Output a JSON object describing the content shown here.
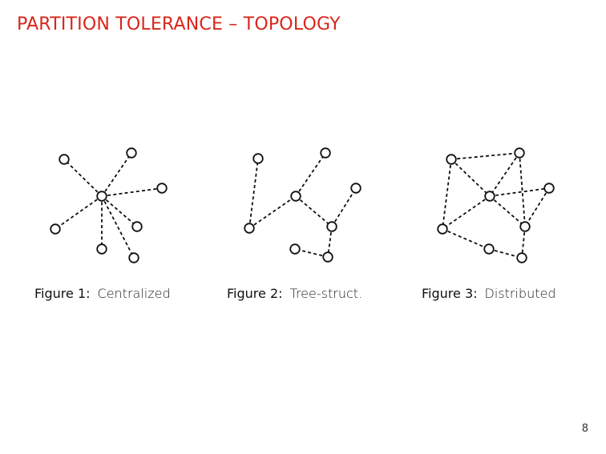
{
  "title": "PARTITION TOLERANCE – TOPOLOGY",
  "figures": [
    {
      "label": "Figure 1:",
      "caption": "Centralized"
    },
    {
      "label": "Figure 2:",
      "caption": "Tree-struct."
    },
    {
      "label": "Figure 3:",
      "caption": "Distributed"
    }
  ],
  "page_number": "8",
  "colors": {
    "title": "#d8261c",
    "ink": "#111111",
    "background": "#ffffff"
  },
  "diagrams": [
    {
      "type": "centralized",
      "node_count": 8,
      "edge_count": 7
    },
    {
      "type": "tree",
      "node_count": 8,
      "edge_count": 7
    },
    {
      "type": "distributed",
      "node_count": 8,
      "edge_count": 12
    }
  ]
}
